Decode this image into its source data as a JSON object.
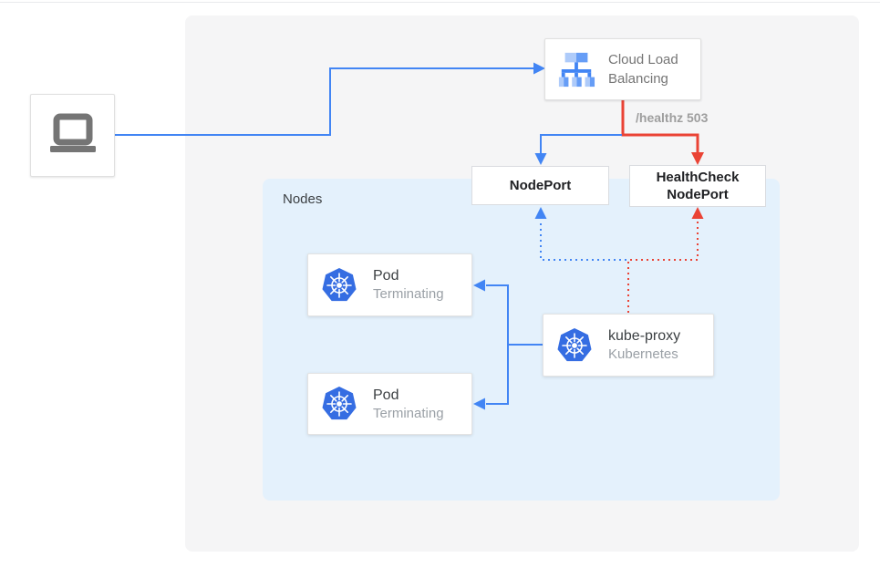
{
  "colors": {
    "line_blue": "#4285f4",
    "line_red": "#ea4335",
    "kubernetes_blue": "#356de2",
    "nodes_bg": "#e4f1fc",
    "panel_bg": "#f5f5f6",
    "text_dark": "#3c4043",
    "text_gray": "#9aa0a6"
  },
  "load_balancer": {
    "label_line1": "Cloud Load",
    "label_line2": "Balancing"
  },
  "edges": {
    "healthz_label": "/healthz 503"
  },
  "nodes": {
    "label": "Nodes",
    "nodeport": {
      "label": "NodePort"
    },
    "healthcheck_nodeport": {
      "label_line1": "HealthCheck",
      "label_line2": "NodePort"
    },
    "pods": [
      {
        "title": "Pod",
        "subtitle": "Terminating"
      },
      {
        "title": "Pod",
        "subtitle": "Terminating"
      }
    ],
    "kube_proxy": {
      "title": "kube-proxy",
      "subtitle": "Kubernetes"
    }
  }
}
